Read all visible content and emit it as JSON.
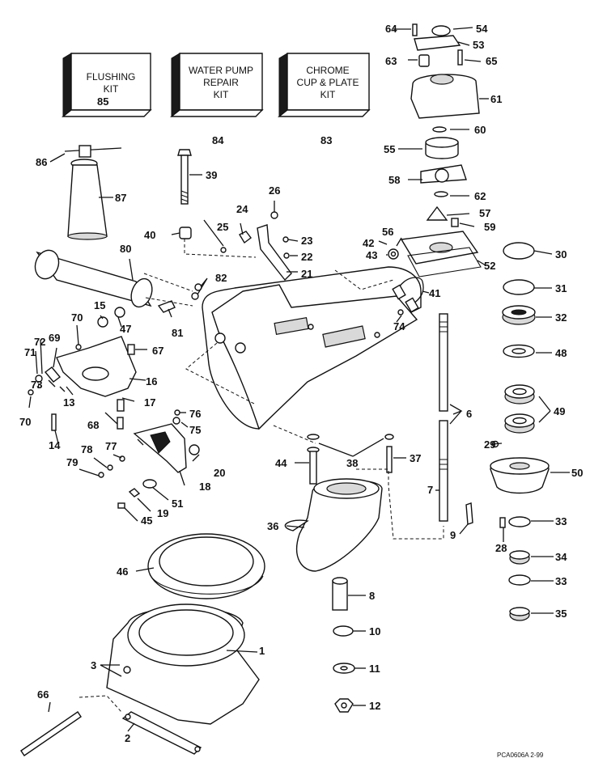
{
  "kits": {
    "flushing": [
      "FLUSHING",
      "KIT"
    ],
    "water_pump": [
      "WATER PUMP",
      "REPAIR",
      "KIT"
    ],
    "chrome": [
      "CHROME",
      "CUP & PLATE",
      "KIT"
    ]
  },
  "labels": {
    "p1": "1",
    "p2": "2",
    "p3": "3",
    "p6": "6",
    "p7": "7",
    "p8": "8",
    "p9": "9",
    "p10": "10",
    "p11": "11",
    "p12": "12",
    "p13": "13",
    "p14": "14",
    "p15": "15",
    "p16": "16",
    "p17": "17",
    "p18": "18",
    "p19": "19",
    "p20": "20",
    "p21": "21",
    "p22": "22",
    "p23": "23",
    "p24": "24",
    "p25": "25",
    "p26": "26",
    "p28": "28",
    "p29": "29",
    "p30": "30",
    "p31": "31",
    "p32": "32",
    "p33a": "33",
    "p33b": "33",
    "p34": "34",
    "p35": "35",
    "p36": "36",
    "p37": "37",
    "p38": "38",
    "p39": "39",
    "p40": "40",
    "p41": "41",
    "p42": "42",
    "p43": "43",
    "p44": "44",
    "p45": "45",
    "p46": "46",
    "p47": "47",
    "p48": "48",
    "p49": "49",
    "p50": "50",
    "p51": "51",
    "p52": "52",
    "p53": "53",
    "p54": "54",
    "p55": "55",
    "p56": "56",
    "p57": "57",
    "p58": "58",
    "p59": "59",
    "p60": "60",
    "p61": "61",
    "p62": "62",
    "p63": "63",
    "p64": "64",
    "p65": "65",
    "p66": "66",
    "p67": "67",
    "p68": "68",
    "p69": "69",
    "p70a": "70",
    "p70b": "70",
    "p71": "71",
    "p72": "72",
    "p73": "73",
    "p74": "74",
    "p75": "75",
    "p76": "76",
    "p77": "77",
    "p78": "78",
    "p79": "79",
    "p80": "80",
    "p81": "81",
    "p82": "82",
    "p83": "83",
    "p84": "84",
    "p85": "85",
    "p86": "86",
    "p87": "87"
  },
  "footer": "PCA0606A  2-99"
}
